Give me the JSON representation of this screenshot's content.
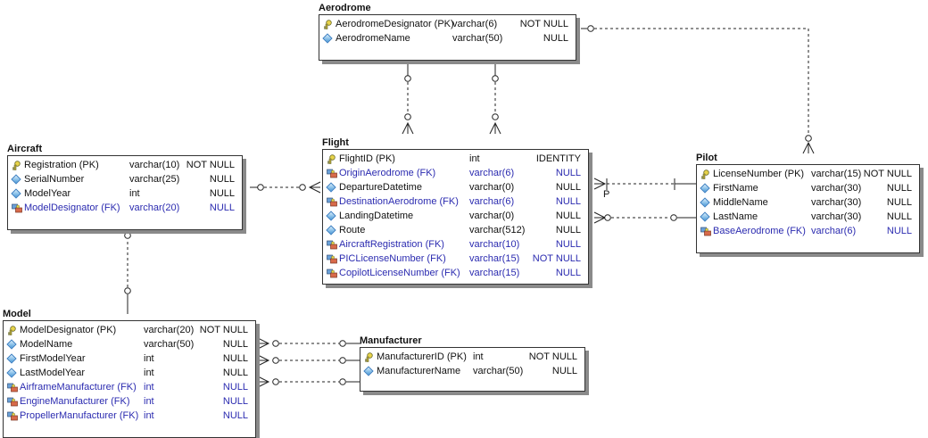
{
  "diagram": {
    "entities": {
      "aerodrome": {
        "title": "Aerodrome",
        "columns": [
          {
            "name": "AerodromeDesignator (PK)",
            "type": "varchar(6)",
            "null": "NOT NULL",
            "kind": "pk"
          },
          {
            "name": "AerodromeName",
            "type": "varchar(50)",
            "null": "NULL",
            "kind": "col"
          }
        ]
      },
      "aircraft": {
        "title": "Aircraft",
        "columns": [
          {
            "name": "Registration (PK)",
            "type": "varchar(10)",
            "null": "NOT NULL",
            "kind": "pk"
          },
          {
            "name": "SerialNumber",
            "type": "varchar(25)",
            "null": "NULL",
            "kind": "col"
          },
          {
            "name": "ModelYear",
            "type": "int",
            "null": "NULL",
            "kind": "col"
          },
          {
            "name": "ModelDesignator (FK)",
            "type": "varchar(20)",
            "null": "NULL",
            "kind": "fk"
          }
        ]
      },
      "flight": {
        "title": "Flight",
        "columns": [
          {
            "name": "FlightID (PK)",
            "type": "int",
            "null": "IDENTITY",
            "kind": "pk"
          },
          {
            "name": "OriginAerodrome (FK)",
            "type": "varchar(6)",
            "null": "NULL",
            "kind": "fk"
          },
          {
            "name": "DepartureDatetime",
            "type": "varchar(0)",
            "null": "NULL",
            "kind": "col"
          },
          {
            "name": "DestinationAerodrome (FK)",
            "type": "varchar(6)",
            "null": "NULL",
            "kind": "fk"
          },
          {
            "name": "LandingDatetime",
            "type": "varchar(0)",
            "null": "NULL",
            "kind": "col"
          },
          {
            "name": "Route",
            "type": "varchar(512)",
            "null": "NULL",
            "kind": "col"
          },
          {
            "name": "AircraftRegistration (FK)",
            "type": "varchar(10)",
            "null": "NULL",
            "kind": "fk"
          },
          {
            "name": "PICLicenseNumber (FK)",
            "type": "varchar(15)",
            "null": "NOT NULL",
            "kind": "fk"
          },
          {
            "name": "CopilotLicenseNumber (FK)",
            "type": "varchar(15)",
            "null": "NULL",
            "kind": "fk"
          }
        ]
      },
      "pilot": {
        "title": "Pilot",
        "columns": [
          {
            "name": "LicenseNumber (PK)",
            "type": "varchar(15)",
            "null": "NOT NULL",
            "kind": "pk"
          },
          {
            "name": "FirstName",
            "type": "varchar(30)",
            "null": "NULL",
            "kind": "col"
          },
          {
            "name": "MiddleName",
            "type": "varchar(30)",
            "null": "NULL",
            "kind": "col"
          },
          {
            "name": "LastName",
            "type": "varchar(30)",
            "null": "NULL",
            "kind": "col"
          },
          {
            "name": "BaseAerodrome (FK)",
            "type": "varchar(6)",
            "null": "NULL",
            "kind": "fk"
          }
        ]
      },
      "model": {
        "title": "Model",
        "columns": [
          {
            "name": "ModelDesignator (PK)",
            "type": "varchar(20)",
            "null": "NOT NULL",
            "kind": "pk"
          },
          {
            "name": "ModelName",
            "type": "varchar(50)",
            "null": "NULL",
            "kind": "col"
          },
          {
            "name": "FirstModelYear",
            "type": "int",
            "null": "NULL",
            "kind": "col"
          },
          {
            "name": "LastModelYear",
            "type": "int",
            "null": "NULL",
            "kind": "col"
          },
          {
            "name": "AirframeManufacturer (FK)",
            "type": "int",
            "null": "NULL",
            "kind": "fk"
          },
          {
            "name": "EngineManufacturer (FK)",
            "type": "int",
            "null": "NULL",
            "kind": "fk"
          },
          {
            "name": "PropellerManufacturer (FK)",
            "type": "int",
            "null": "NULL",
            "kind": "fk"
          }
        ]
      },
      "manufacturer": {
        "title": "Manufacturer",
        "columns": [
          {
            "name": "ManufacturerID (PK)",
            "type": "int",
            "null": "NOT NULL",
            "kind": "pk"
          },
          {
            "name": "ManufacturerName",
            "type": "varchar(50)",
            "null": "NULL",
            "kind": "col"
          }
        ]
      }
    },
    "relationships": [
      {
        "parent": "Aerodrome",
        "child": "Flight",
        "via": "OriginAerodrome (FK)",
        "identifying": false
      },
      {
        "parent": "Aerodrome",
        "child": "Flight",
        "via": "DestinationAerodrome (FK)",
        "identifying": false
      },
      {
        "parent": "Aerodrome",
        "child": "Pilot",
        "via": "BaseAerodrome (FK)",
        "identifying": false
      },
      {
        "parent": "Aircraft",
        "child": "Flight",
        "via": "AircraftRegistration (FK)",
        "identifying": false
      },
      {
        "parent": "Model",
        "child": "Aircraft",
        "via": "ModelDesignator (FK)",
        "identifying": false
      },
      {
        "parent": "Pilot",
        "child": "Flight",
        "via": "PICLicenseNumber (FK)",
        "identifying": false,
        "label": "P"
      },
      {
        "parent": "Pilot",
        "child": "Flight",
        "via": "CopilotLicenseNumber (FK)",
        "identifying": false
      },
      {
        "parent": "Manufacturer",
        "child": "Model",
        "via": "AirframeManufacturer (FK)",
        "identifying": false
      },
      {
        "parent": "Manufacturer",
        "child": "Model",
        "via": "EngineManufacturer (FK)",
        "identifying": false
      },
      {
        "parent": "Manufacturer",
        "child": "Model",
        "via": "PropellerManufacturer (FK)",
        "identifying": false
      }
    ],
    "colors": {
      "fk_text": "#2b2bb0",
      "text": "#111111",
      "border": "#333333",
      "shadow": "#8a8a8a"
    }
  }
}
